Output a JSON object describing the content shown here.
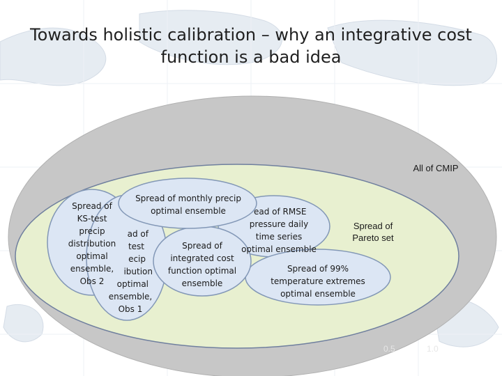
{
  "title": {
    "line1": "Towards holistic calibration – why an integrative cost",
    "line2": "function is a bad idea"
  },
  "diagram": {
    "all_cmip": "All of CMIP",
    "pareto": [
      "Spread of",
      "Pareto set"
    ],
    "ks_obs2": [
      "Spread of",
      "KS-test",
      "precip",
      "distribution",
      "optimal",
      "ensemble,",
      "Obs 2"
    ],
    "ks_obs1": [
      "ad of",
      "test",
      "ecip",
      "ibution",
      "optimal",
      "ensemble,",
      "Obs 1"
    ],
    "monthly": [
      "Spread of monthly precip",
      "optimal ensemble"
    ],
    "rmse": [
      "ead of RMSE",
      "pressure daily",
      "time series",
      "optimal ensemble"
    ],
    "integrated": [
      "Spread of",
      "integrated cost",
      "function optimal",
      "ensemble"
    ],
    "extremes": [
      "Spread of 99%",
      "temperature extremes",
      "optimal ensemble"
    ]
  },
  "background_ticks": [
    "0.5",
    "1.0"
  ],
  "colors": {
    "outer_fill": "#c7c7c7",
    "pareto_fill": "#e8f0d0",
    "ensemble_fill": "#dce6f4",
    "outline": "#8297b6"
  }
}
